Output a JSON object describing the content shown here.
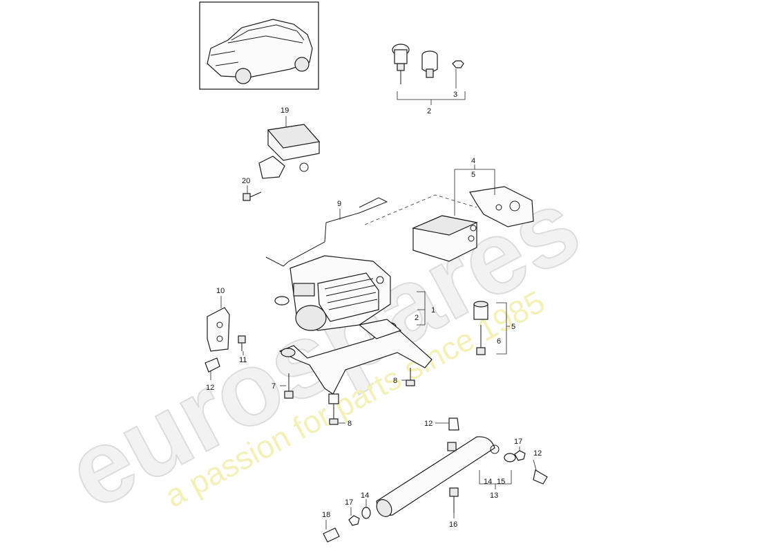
{
  "watermark": {
    "brand": "eurospares",
    "tagline": "a passion for parts since 1985"
  },
  "callouts": {
    "c1": "1",
    "c2a": "2",
    "c2b": "2",
    "c3": "3",
    "c4": "4",
    "c5a": "5",
    "c5b": "5",
    "c6": "6",
    "c7": "7",
    "c8a": "8",
    "c8b": "8",
    "c9": "9",
    "c10": "10",
    "c11": "11",
    "c12a": "12",
    "c12b": "12",
    "c12c": "12",
    "c13": "13",
    "c14a": "14",
    "c14b": "14",
    "c15": "15",
    "c16": "16",
    "c17a": "17",
    "c17b": "17",
    "c18": "18",
    "c19": "19",
    "c20": "20"
  }
}
